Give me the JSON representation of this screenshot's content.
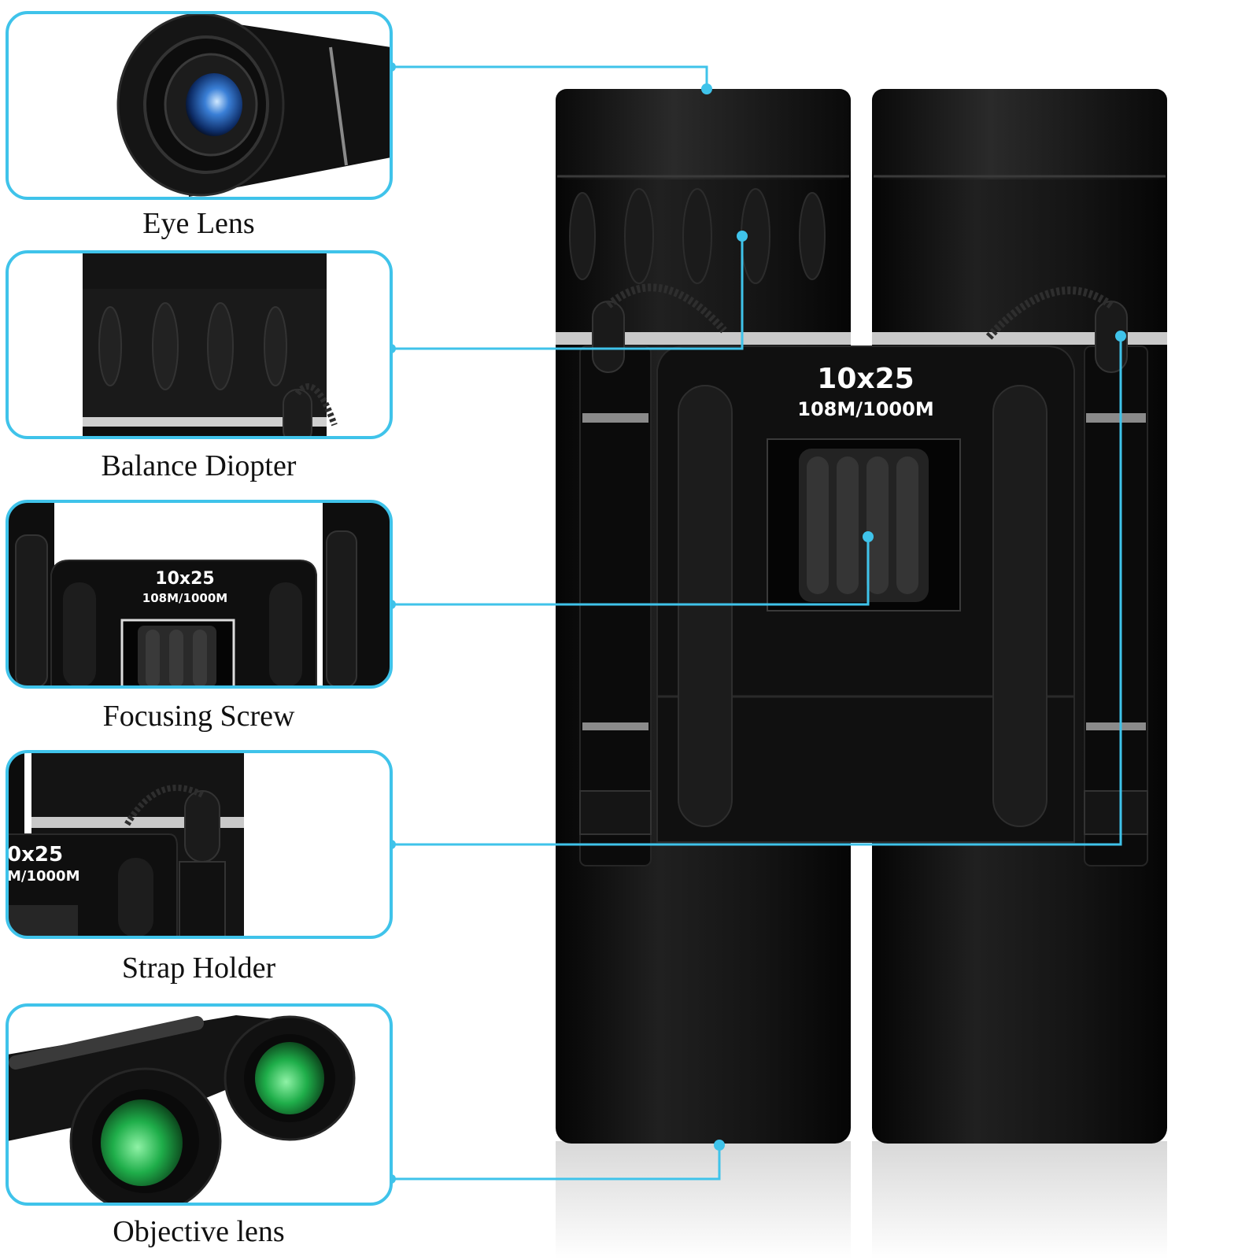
{
  "accent_color": "#3fc3ea",
  "body_color": "#0e0e0e",
  "panels": [
    {
      "id": "eye-lens",
      "label": "Eye Lens",
      "icon": "eyepiece-closeup"
    },
    {
      "id": "balance-diopter",
      "label": "Balance Diopter",
      "icon": "diopter-ring-closeup"
    },
    {
      "id": "focusing-screw",
      "label": "Focusing Screw",
      "icon": "focus-wheel-closeup",
      "inset_model": "10x25",
      "inset_spec": "108M/1000M"
    },
    {
      "id": "strap-holder",
      "label": "Strap Holder",
      "icon": "strap-loop-closeup",
      "inset_model": "0x25",
      "inset_spec": "M/1000M"
    },
    {
      "id": "objective-lens",
      "label": "Objective lens",
      "icon": "objective-lens-closeup"
    }
  ],
  "binocular": {
    "model": "10x25",
    "spec": "108M/1000M"
  }
}
